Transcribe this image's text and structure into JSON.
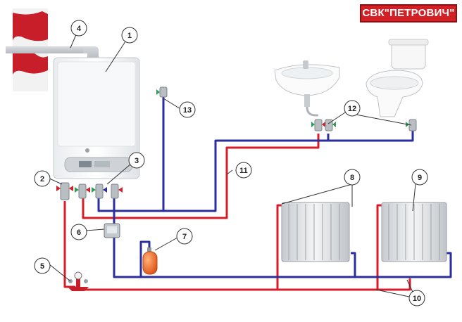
{
  "brand": {
    "logo_text": "СВК\"ПЕТРОВИЧ\""
  },
  "callouts": [
    "1",
    "2",
    "3",
    "4",
    "5",
    "6",
    "7",
    "8",
    "9",
    "10",
    "11",
    "12",
    "13"
  ],
  "colors": {
    "supply": "#d41e2a",
    "return": "#2b2f9e",
    "expansion_tank": "#f0641e",
    "logo_bg": "#d32024"
  }
}
